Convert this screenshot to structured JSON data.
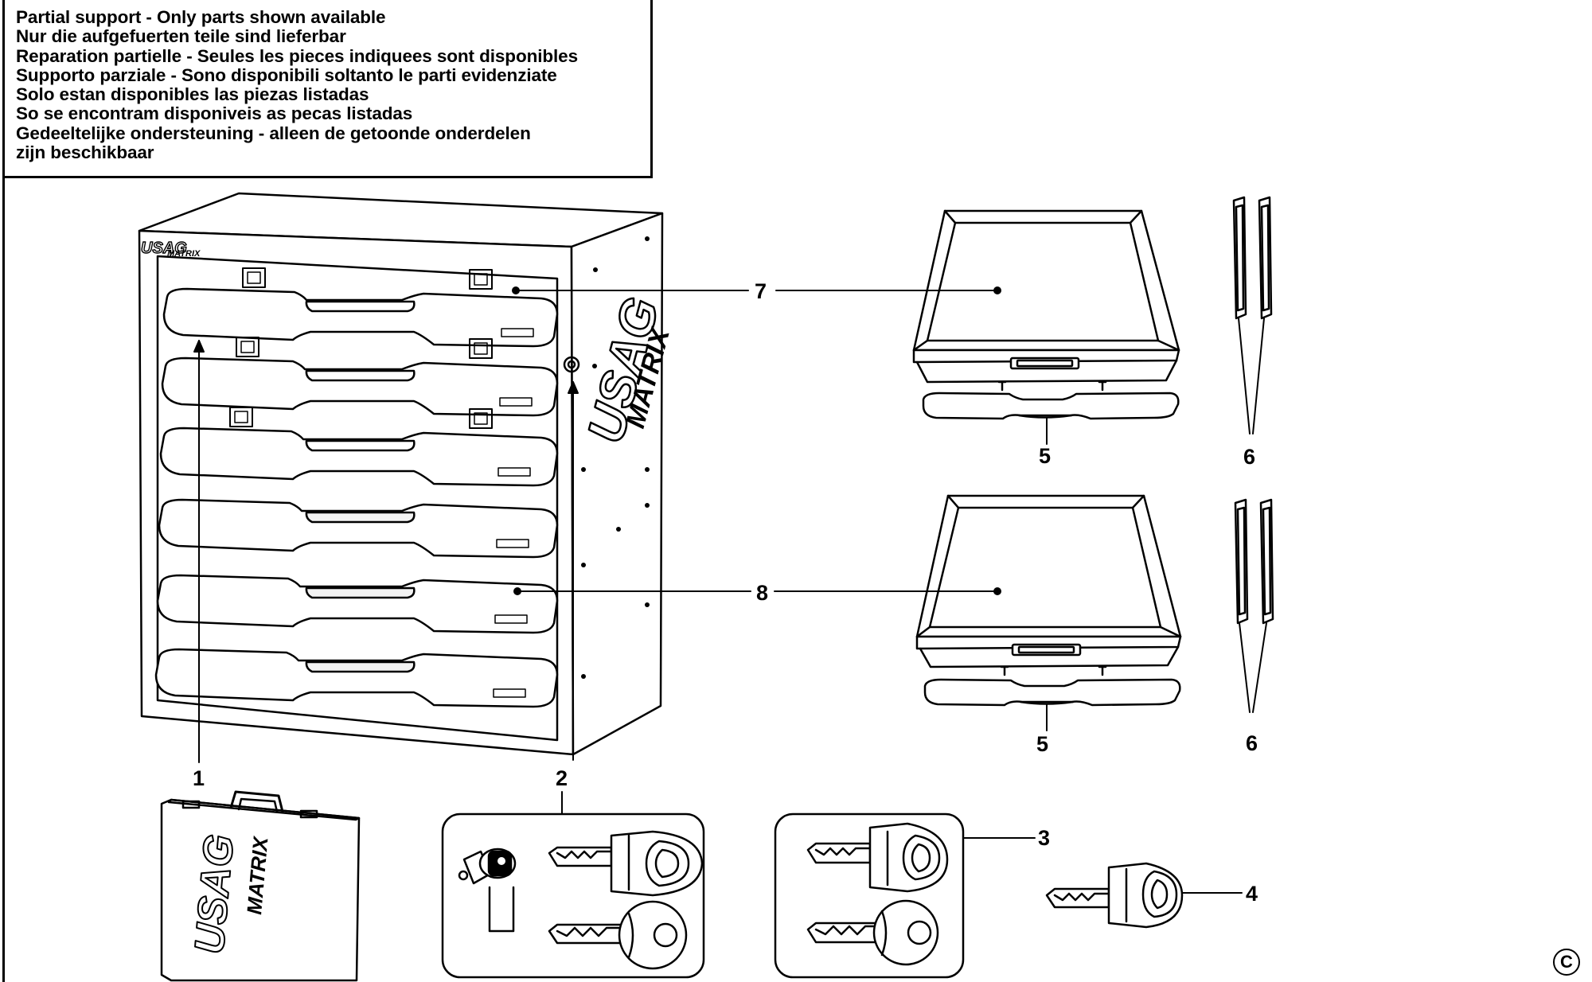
{
  "notice": {
    "lines": [
      "Partial support - Only parts shown available",
      "Nur die aufgefuerten teile sind lieferbar",
      "Reparation partielle - Seules les pieces indiquees sont disponibles",
      "Supporto parziale - Sono disponibili soltanto le parti evidenziate",
      "Solo estan disponibles las piezas listadas",
      "So se encontram disponiveis as pecas listadas",
      "Gedeeltelijke ondersteuning - alleen de getoonde onderdelen",
      "zijn beschikbaar"
    ]
  },
  "brand": {
    "logo_text": "USAG",
    "sub_text": "MATRIX"
  },
  "callouts": {
    "c1": "1",
    "c2": "2",
    "c3": "3",
    "c4": "4",
    "c5a": "5",
    "c5b": "5",
    "c6a": "6",
    "c6b": "6",
    "c7": "7",
    "c8": "8"
  },
  "copyright": "C",
  "colors": {
    "line": "#000000",
    "background": "#ffffff",
    "drawer_fill": "#f2f2f2"
  },
  "icons": [
    "cabinet-illustration",
    "drawer-illustration",
    "drawer-handle-illustration",
    "drawer-slide-illustration",
    "carry-case-illustration",
    "lock-barrel-icon",
    "key-icon",
    "copyright-symbol"
  ]
}
